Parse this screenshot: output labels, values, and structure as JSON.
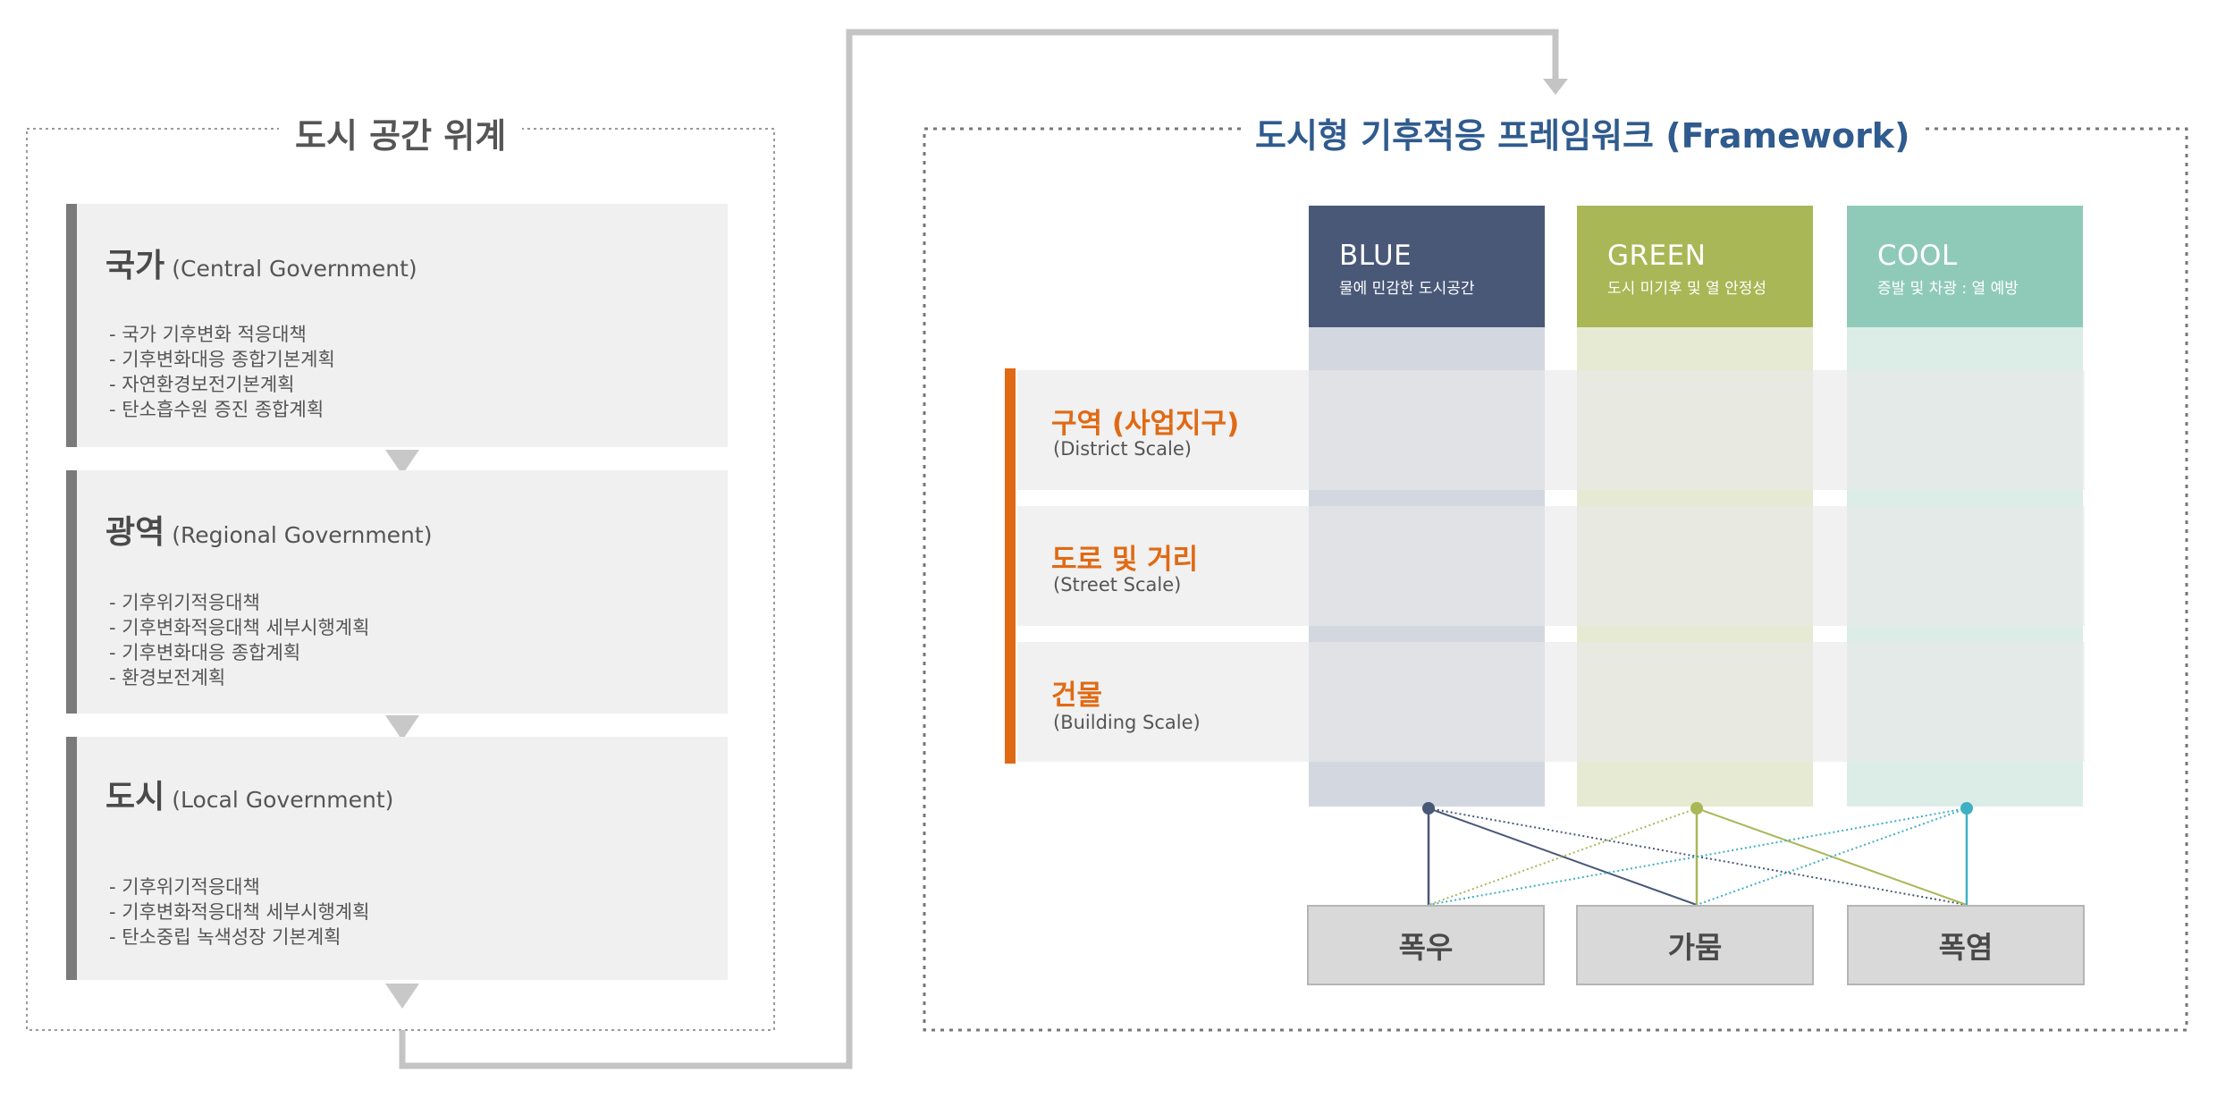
{
  "hierarchy": {
    "title": "도시 공간 위계",
    "levels": [
      {
        "name": "국가",
        "english": "(Central Government)",
        "items": [
          "국가 기후변화 적응대책",
          "기후변화대응 종합기본계획",
          "자연환경보전기본계획",
          "탄소흡수원 증진 종합계획"
        ]
      },
      {
        "name": "광역",
        "english": "(Regional Government)",
        "items": [
          "기후위기적응대책",
          "기후변화적응대책 세부시행계획",
          "기후변화대응 종합계획",
          "환경보전계획"
        ]
      },
      {
        "name": "도시",
        "english": "(Local Government)",
        "items": [
          "기후위기적응대책",
          "기후변화적응대책 세부시행계획",
          "탄소중립 녹색성장 기본계획"
        ]
      }
    ]
  },
  "framework": {
    "title": "도시형 기후적응 프레임워크 (Framework)",
    "columns": [
      {
        "name": "BLUE",
        "desc": "물에 민감한 도시공간",
        "color": "#4a5878",
        "tint": "#d3d7df"
      },
      {
        "name": "GREEN",
        "desc": "도시 미기후 및 열 안정성",
        "color": "#a9b756",
        "tint": "#e6ead3"
      },
      {
        "name": "COOL",
        "desc": "증발 및 차광 : 열 예방",
        "color": "#8fcab9",
        "tint": "#dcede8"
      }
    ],
    "scales": [
      {
        "name": "구역 (사업지구)",
        "english": "(District Scale)"
      },
      {
        "name": "도로 및 거리",
        "english": "(Street Scale)"
      },
      {
        "name": "건물",
        "english": "(Building Scale)"
      }
    ],
    "hazards": [
      "폭우",
      "가뭄",
      "폭염"
    ],
    "accent_color": "#e06a14",
    "connector_colors": [
      "#4a5878",
      "#a9b756",
      "#3fb0c4"
    ]
  }
}
